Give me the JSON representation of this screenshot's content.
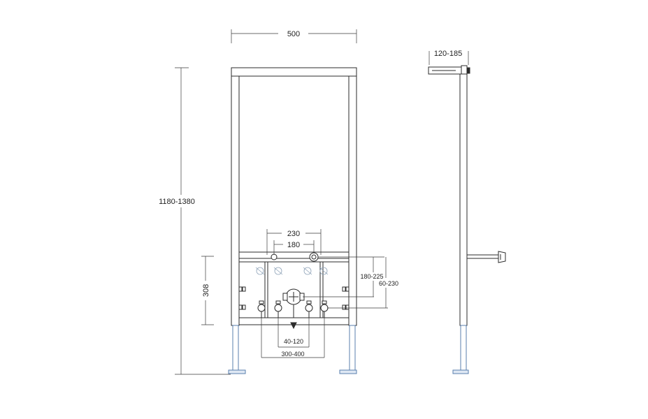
{
  "drawing": {
    "dimensions": {
      "frame_width": "500",
      "frame_height": "1180-1380",
      "inlet_spacing_outer": "230",
      "inlet_spacing_inner": "180",
      "side_offset": "180-225",
      "side_offset_2": "60-230",
      "lower_height": "308",
      "drain_offset": "40-120",
      "support_spacing": "300-400",
      "wall_depth": "120-185"
    }
  }
}
